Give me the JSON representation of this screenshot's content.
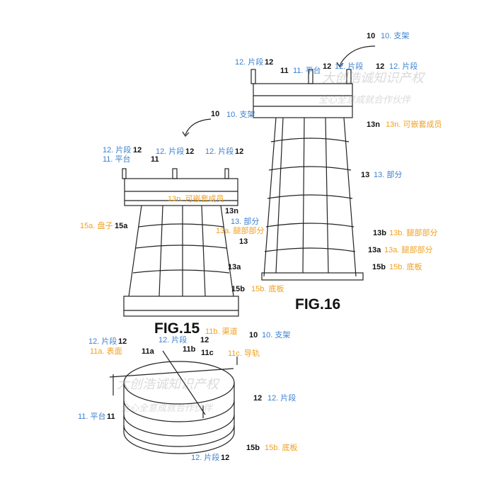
{
  "watermark": {
    "line1": "大创浩诚知识产权",
    "line2": "全心全意成就合作伙伴"
  },
  "fig16": {
    "title": "FIG.16",
    "labels": [
      {
        "num": "10",
        "text": "10. 支架"
      },
      {
        "num": "12",
        "text": "12. 片段"
      },
      {
        "num": "11",
        "text": "11. 平台"
      },
      {
        "num": "12",
        "text": "12. 片段"
      },
      {
        "num": "12",
        "text": "12. 片段"
      },
      {
        "text": "10. 支架"
      },
      {
        "num": "13n",
        "text": "13n. 可嵌套成员"
      },
      {
        "num": "13",
        "text": "13. 部分"
      },
      {
        "num": "13b",
        "text": "13b. 腿部部分"
      },
      {
        "num": "13a",
        "text": "13a. 腿部部分"
      },
      {
        "num": "15b",
        "text": "15b. 底板"
      }
    ]
  },
  "fig15": {
    "title": "FIG.15",
    "labels": [
      {
        "num": "10"
      },
      {
        "num": "12",
        "text": "12. 片段"
      },
      {
        "num": "11",
        "text": "11. 平台"
      },
      {
        "num": "12",
        "text": "12. 片段"
      },
      {
        "num": "12",
        "text": "12. 片段"
      },
      {
        "num": "13n",
        "text": "13n. 可嵌套成员"
      },
      {
        "num": "15a",
        "text": "15a. 盘子"
      },
      {
        "num": "13",
        "text": "13. 部分"
      },
      {
        "num": "13a",
        "text": "13a. 腿部部分"
      },
      {
        "num": "15b",
        "text": "15b. 底板"
      }
    ]
  },
  "fig_bottom": {
    "labels": [
      {
        "num": "11b",
        "text": "11b. 渠道"
      },
      {
        "num": "10",
        "text": "10. 支架"
      },
      {
        "num": "12",
        "text": "12. 片段"
      },
      {
        "num": "12",
        "text": "12. 片段"
      },
      {
        "num": "11a",
        "text": "11a. 表面"
      },
      {
        "num": "11c",
        "text": "11c. 导轨"
      },
      {
        "num": "12",
        "text": "12. 片段"
      },
      {
        "num": "11",
        "text": "11. 平台"
      },
      {
        "num": "15b",
        "text": "15b. 底板"
      },
      {
        "num": "12",
        "text": "12. 片段"
      }
    ]
  },
  "colors": {
    "blue": "#3a7fd0",
    "orange": "#f0a020"
  }
}
